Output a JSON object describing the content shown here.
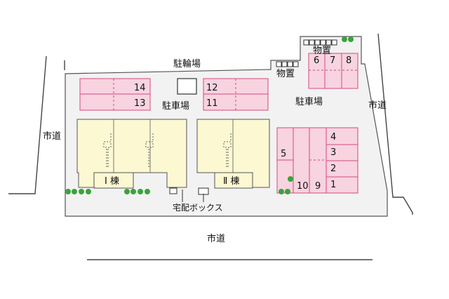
{
  "labels": {
    "bicycle_parking": "駐輪場",
    "parking_left": "駐車場",
    "parking_right": "駐車場",
    "storage_top": "物置",
    "storage_mid": "物置",
    "city_road_left": "市道",
    "city_road_right": "市道",
    "city_road_bottom": "市道",
    "delivery_box": "宅配ボックス",
    "building_1": "Ⅰ 棟",
    "building_2": "Ⅱ 棟"
  },
  "parking_spaces": {
    "s1": "1",
    "s2": "2",
    "s3": "3",
    "s4": "4",
    "s5": "5",
    "s6": "6",
    "s7": "7",
    "s8": "8",
    "s9": "9",
    "s10": "10",
    "s11": "11",
    "s12": "12",
    "s13": "13",
    "s14": "14"
  },
  "colors": {
    "lot": "#f2f2f2",
    "parking_fill": "#f8d3e0",
    "parking_stroke": "#d44a82",
    "building_fill": "#fbf8d2",
    "tree": "#3aa33a"
  }
}
